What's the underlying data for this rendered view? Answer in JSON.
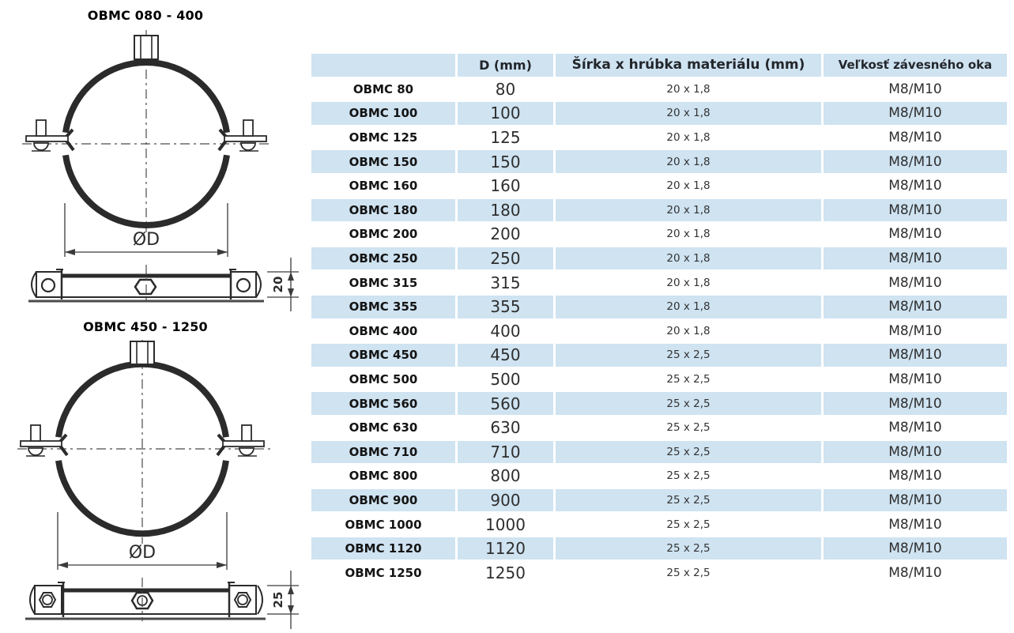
{
  "diagrams": [
    {
      "title": "OBMC 080 - 400",
      "diameter_label": "ØD",
      "strip_height_mm": "20"
    },
    {
      "title": "OBMC 450 - 1250",
      "diameter_label": "ØD",
      "strip_height_mm": "25"
    }
  ],
  "table": {
    "headers": {
      "model": "",
      "d": "D (mm)",
      "material": "Šírka x hrúbka materiálu (mm)",
      "eye": "Veľkosť závesného oka"
    },
    "rows": [
      {
        "model": "OBMC 80",
        "d": "80",
        "material": "20 x 1,8",
        "eye": "M8/M10"
      },
      {
        "model": "OBMC 100",
        "d": "100",
        "material": "20 x 1,8",
        "eye": "M8/M10"
      },
      {
        "model": "OBMC 125",
        "d": "125",
        "material": "20 x 1,8",
        "eye": "M8/M10"
      },
      {
        "model": "OBMC 150",
        "d": "150",
        "material": "20 x 1,8",
        "eye": "M8/M10"
      },
      {
        "model": "OBMC 160",
        "d": "160",
        "material": "20 x 1,8",
        "eye": "M8/M10"
      },
      {
        "model": "OBMC 180",
        "d": "180",
        "material": "20 x 1,8",
        "eye": "M8/M10"
      },
      {
        "model": "OBMC 200",
        "d": "200",
        "material": "20 x 1,8",
        "eye": "M8/M10"
      },
      {
        "model": "OBMC 250",
        "d": "250",
        "material": "20 x 1,8",
        "eye": "M8/M10"
      },
      {
        "model": "OBMC 315",
        "d": "315",
        "material": "20 x 1,8",
        "eye": "M8/M10"
      },
      {
        "model": "OBMC 355",
        "d": "355",
        "material": "20 x 1,8",
        "eye": "M8/M10"
      },
      {
        "model": "OBMC 400",
        "d": "400",
        "material": "20 x 1,8",
        "eye": "M8/M10"
      },
      {
        "model": "OBMC 450",
        "d": "450",
        "material": "25 x 2,5",
        "eye": "M8/M10"
      },
      {
        "model": "OBMC 500",
        "d": "500",
        "material": "25 x 2,5",
        "eye": "M8/M10"
      },
      {
        "model": "OBMC 560",
        "d": "560",
        "material": "25 x 2,5",
        "eye": "M8/M10"
      },
      {
        "model": "OBMC 630",
        "d": "630",
        "material": "25 x 2,5",
        "eye": "M8/M10"
      },
      {
        "model": "OBMC 710",
        "d": "710",
        "material": "25 x 2,5",
        "eye": "M8/M10"
      },
      {
        "model": "OBMC 800",
        "d": "800",
        "material": "25 x 2,5",
        "eye": "M8/M10"
      },
      {
        "model": "OBMC 900",
        "d": "900",
        "material": "25 x 2,5",
        "eye": "M8/M10"
      },
      {
        "model": "OBMC 1000",
        "d": "1000",
        "material": "25 x 2,5",
        "eye": "M8/M10"
      },
      {
        "model": "OBMC 1120",
        "d": "1120",
        "material": "25 x 2,5",
        "eye": "M8/M10"
      },
      {
        "model": "OBMC 1250",
        "d": "1250",
        "material": "25 x 2,5",
        "eye": "M8/M10"
      }
    ]
  },
  "colors": {
    "accent_row": "#cfe3f1",
    "drawing_line": "#2b2b2b",
    "text": "#1f1f1f"
  }
}
